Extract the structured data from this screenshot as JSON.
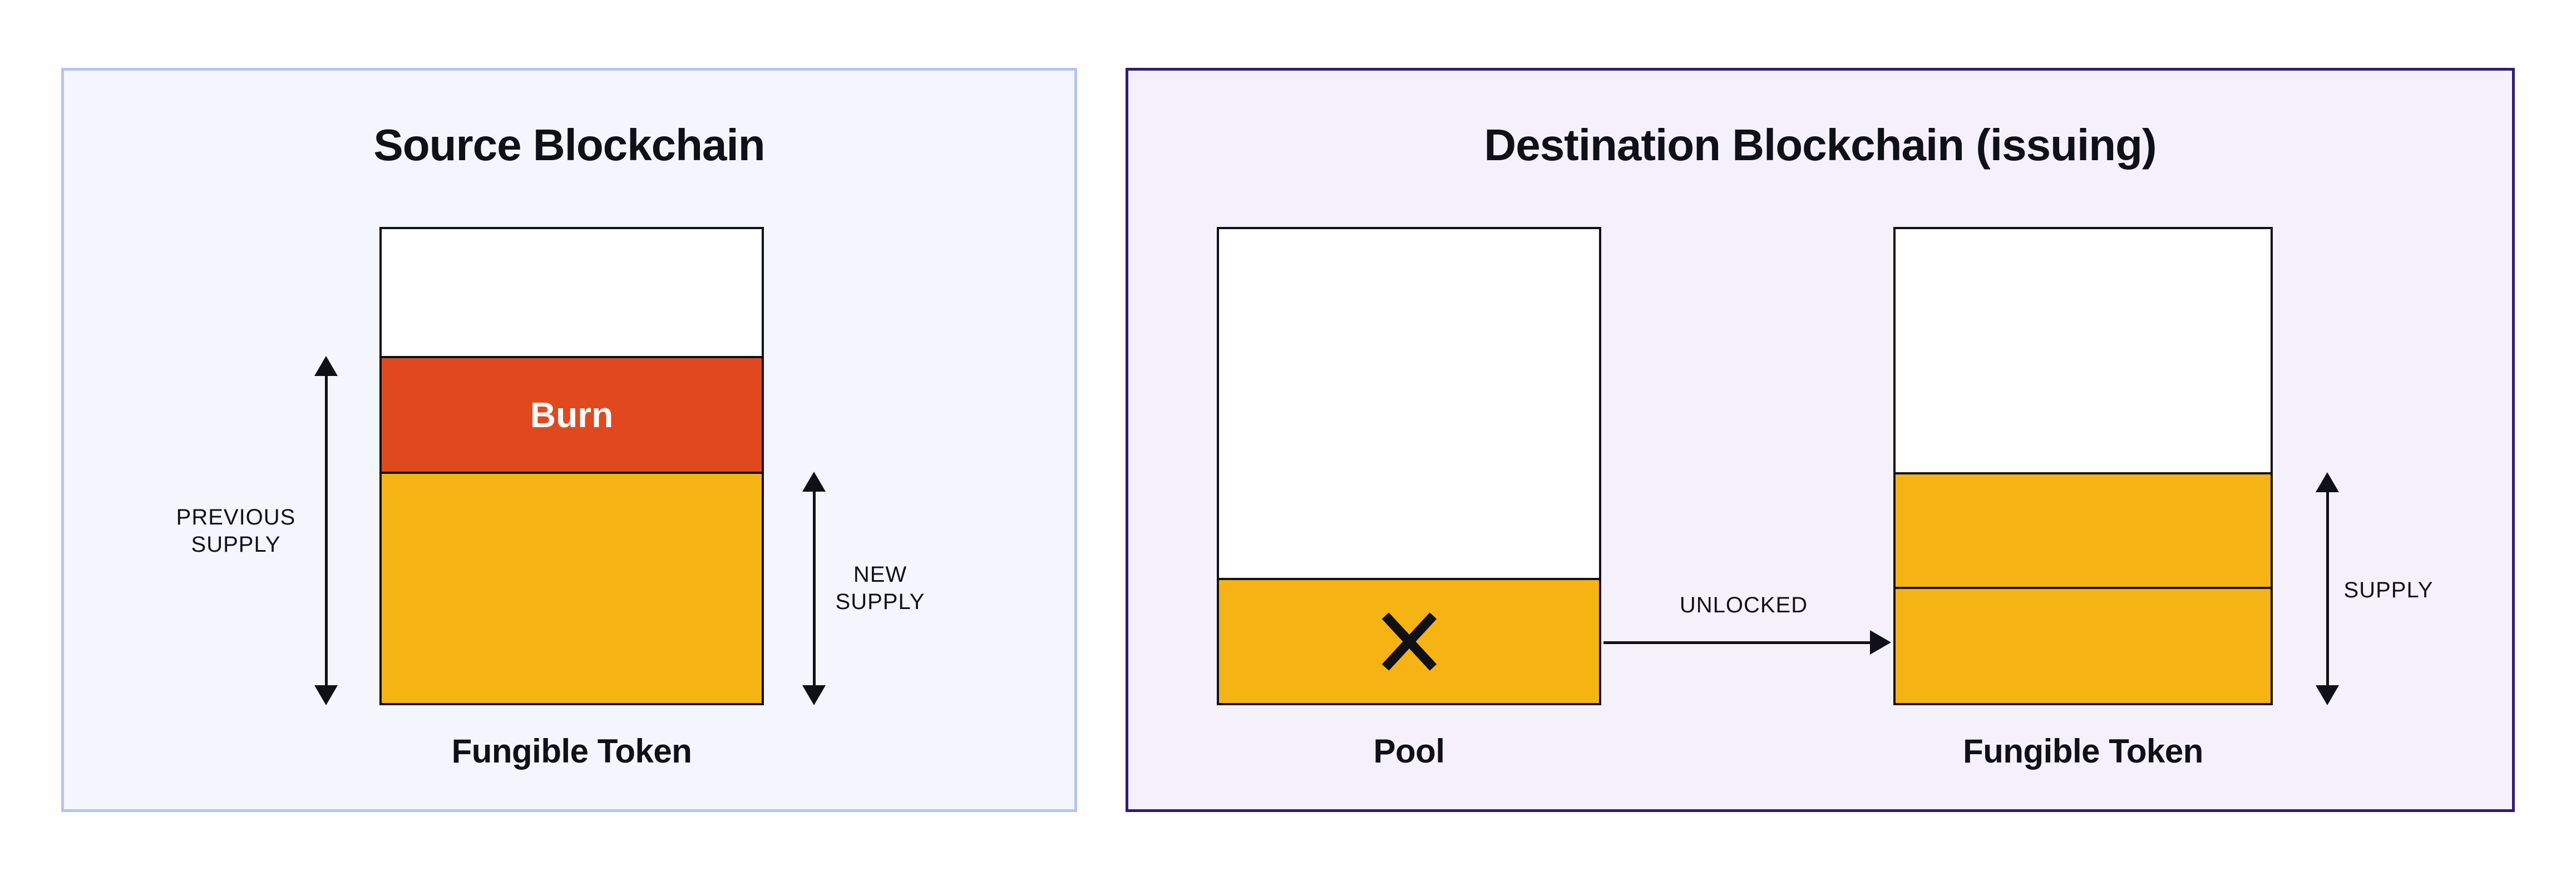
{
  "colors": {
    "ink": "#101018",
    "token_yellow": "#F5B413",
    "burn_orange": "#E0491D",
    "source_panel_bg": "#F3F6FD",
    "source_panel_border": "#B3C5EC",
    "dest_panel_bg": "#F4F1FB",
    "dest_panel_border": "#2F1D72",
    "burn_text": "#FFFFFF"
  },
  "source_panel": {
    "title": "Source Blockchain",
    "bar_label": "Fungible Token",
    "burn_label": "Burn",
    "previous_supply_label": [
      "PREVIOUS",
      "SUPPLY"
    ],
    "new_supply_label": [
      "NEW",
      "SUPPLY"
    ]
  },
  "dest_panel": {
    "title": "Destination Blockchain (issuing)",
    "pool_bar_label": "Pool",
    "token_bar_label": "Fungible Token",
    "unlocked_label": "UNLOCKED",
    "supply_label": "SUPPLY",
    "pool_cross": "✕"
  }
}
